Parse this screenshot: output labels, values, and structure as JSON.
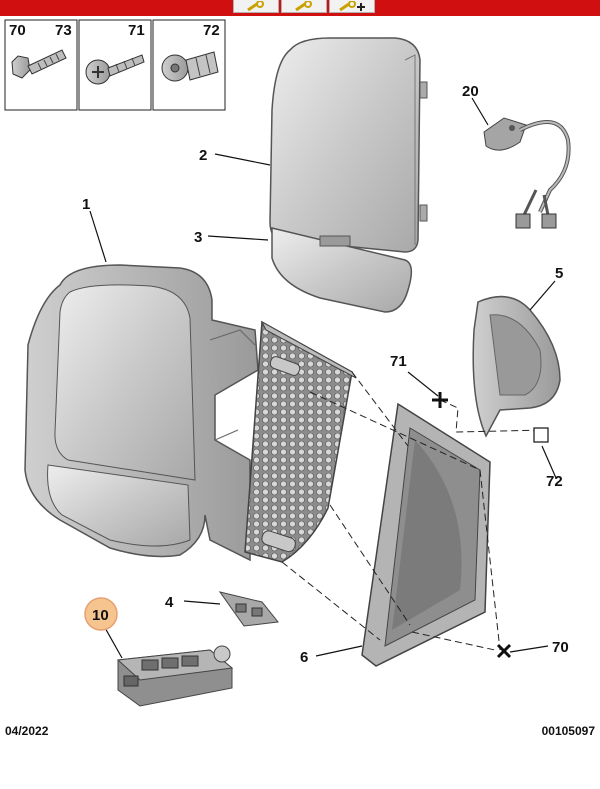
{
  "toolbar": {
    "buttons": [
      {
        "icon": "wrench-key-icon"
      },
      {
        "icon": "wrench-key-icon"
      },
      {
        "icon": "wrench-key-plus-icon"
      }
    ],
    "color": "#d01010"
  },
  "fasteners": [
    {
      "labels": [
        "70",
        "73"
      ]
    },
    {
      "labels": [
        "71"
      ]
    },
    {
      "labels": [
        "72"
      ]
    }
  ],
  "callouts": {
    "c1": "1",
    "c2": "2",
    "c3": "3",
    "c4": "4",
    "c5": "5",
    "c6": "6",
    "c10": "10",
    "c20": "20",
    "c70": "70",
    "c71": "71",
    "c72": "72"
  },
  "highlight": {
    "color": "#f6c48e"
  },
  "footer": {
    "date": "04/2022",
    "ref": "00105097"
  }
}
